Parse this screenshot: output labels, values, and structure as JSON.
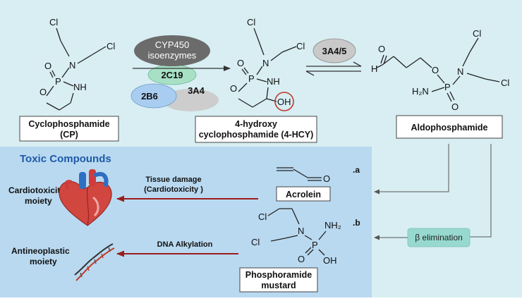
{
  "colors": {
    "top_panel": "#d8eef3",
    "toxic_panel": "#b9d9f0",
    "title_blue": "#1f5aa8",
    "red_arrow": "#9b1c1c",
    "cyp_dark": "#6b6b6b",
    "iso_2c19": "#a8e0c6",
    "iso_2b6": "#a9cdf0",
    "iso_3a4": "#cdcdcd",
    "enzyme_3a45": "#c9c9c9",
    "beta_box": "#97d9cf",
    "oh_circle": "#c0392b"
  },
  "compounds": {
    "cp_label": "Cyclophosphamide\n(CP)",
    "hcy_label": "4-hydroxy\ncyclophosphamide (4-HCY)",
    "aldo_label": "Aldophosphamide",
    "acrolein_label": "Acrolein",
    "mustard_label": "Phosphoramide\nmustard"
  },
  "enzymes": {
    "cyp450": "CYP450\nisoenzymes",
    "iso_2c19": "2C19",
    "iso_2b6": "2B6",
    "iso_3a4": "3A4",
    "reversible": "3A4/5"
  },
  "toxic": {
    "title": "Toxic Compounds",
    "cardio_moiety": "Cardiotoxicity\nmoiety",
    "antineo_moiety": "Antineoplastic\nmoiety",
    "tissue_damage": "Tissue damage\n(Cardiotoxicity )",
    "dna_alkylation": "DNA Alkylation",
    "marker_a": ".a",
    "marker_b": ".b"
  },
  "beta_elimination": "β elimination",
  "atoms": {
    "cl": "Cl",
    "n": "N",
    "p": "P",
    "o": "O",
    "nh": "NH",
    "oh": "OH",
    "h": "H",
    "h2n": "H₂N",
    "nh2": "NH₂"
  }
}
